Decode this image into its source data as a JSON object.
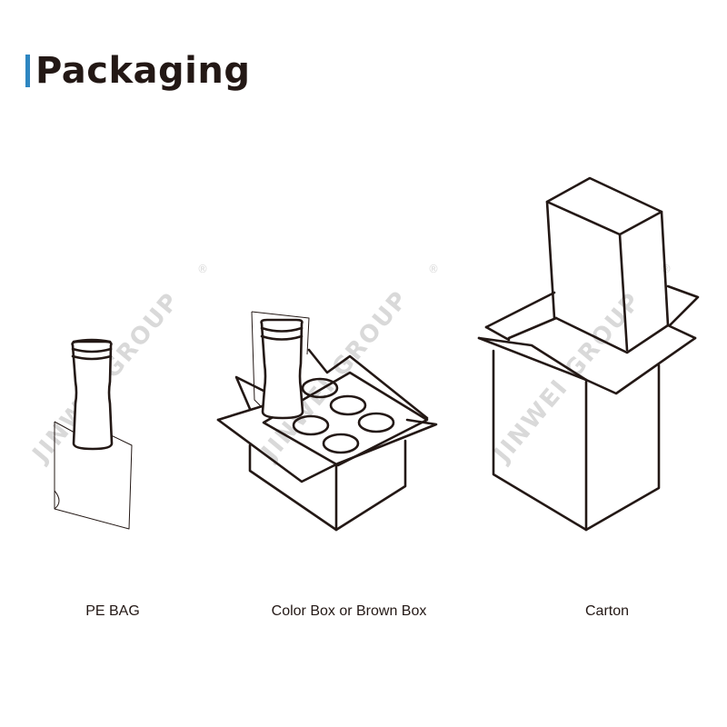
{
  "header": {
    "title": "Packaging",
    "accent_color": "#2e86c1"
  },
  "watermark": {
    "text": "JINWEI GROUP",
    "mark": "®"
  },
  "items": [
    {
      "caption": "PE BAG",
      "icon": "pe-bag-icon"
    },
    {
      "caption": "Color Box or Brown Box",
      "icon": "color-box-icon"
    },
    {
      "caption": "Carton",
      "icon": "carton-icon"
    }
  ]
}
